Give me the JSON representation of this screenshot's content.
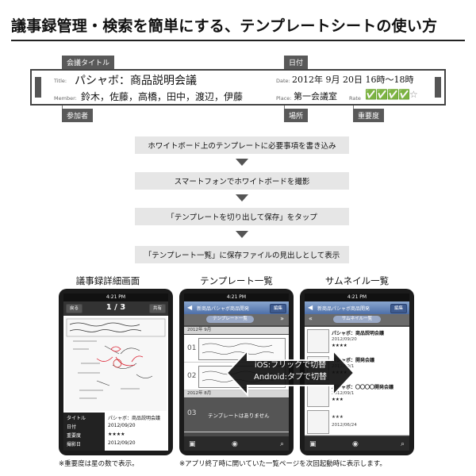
{
  "page_title": "議事録管理・検索を簡単にする、テンプレートシートの使い方",
  "template": {
    "callouts": {
      "meeting_title": "会議タイトル",
      "date": "日付",
      "participants": "参加者",
      "place": "場所",
      "importance": "重要度"
    },
    "labels": {
      "title": "Title:",
      "member": "Member:",
      "date": "Date:",
      "place": "Place:",
      "rate": "Rate"
    },
    "handwriting": {
      "title": "パシャボ：商品説明会議",
      "members": "鈴木，佐藤，高橋，田中，渡辺，伊藤",
      "date": "2012年 9月 20日 16時～18時",
      "place": "第一会議室"
    },
    "rating": {
      "value": 4,
      "max": 5
    }
  },
  "steps": [
    "ホワイトボード上のテンプレートに必要事項を書き込み",
    "スマートフォンでホワイトボードを撮影",
    "「テンプレートを切り出して保存」をタップ",
    "「テンプレート一覧」に保存ファイルの見出しとして表示"
  ],
  "phones": {
    "detail": {
      "heading": "議事録詳細画面",
      "time": "4:21 PM",
      "back": "戻る",
      "page": "1 / 3",
      "share": "共有",
      "info": [
        {
          "label": "タイトル",
          "value": "パシャボ：商品説明会議"
        },
        {
          "label": "日付",
          "value": "2012/09/20"
        },
        {
          "label": "重要度",
          "value": "★★★★"
        },
        {
          "label": "撮影日",
          "value": "2012/09/20"
        }
      ],
      "note": "※重要度は星の数で表示。"
    },
    "list": {
      "heading": "テンプレート一覧",
      "time": "4:21 PM",
      "nav_title": "新商品パシャボ商品開発",
      "edit": "編集",
      "tab": "テンプレート一覧",
      "months": [
        "2012年 9月",
        "2012年 8月"
      ],
      "rows": [
        "01",
        "02",
        "03"
      ],
      "empty": "テンプレートはありません"
    },
    "thumb": {
      "heading": "サムネイル一覧",
      "time": "4:21 PM",
      "nav_title": "新商品パシャボ商品開発",
      "edit": "編集",
      "tab": "サムネイル一覧",
      "items": [
        {
          "title": "パシャボ：商品説明会議",
          "date": "2012/09/20",
          "stars": "★★★★"
        },
        {
          "title": "パシャボ：開発会議",
          "date": "2012/09/1",
          "stars": "★★★★"
        },
        {
          "title": "パシャボ：〇〇〇〇開発会議",
          "date": "2012/09/1",
          "stars": "★★★"
        },
        {
          "title": "",
          "date": "2012/06/24",
          "stars": "★★★"
        }
      ]
    }
  },
  "overlay": {
    "line1": "iOS:フリックで切替",
    "line2": "Android:タプで切替"
  },
  "footnote": "※アプリ終了時に開いていた一覧ページを次回起動時に表示します。",
  "icons": [
    "photo-icon",
    "camera-icon",
    "search-icon",
    "star-icon",
    "check-star-icon"
  ]
}
